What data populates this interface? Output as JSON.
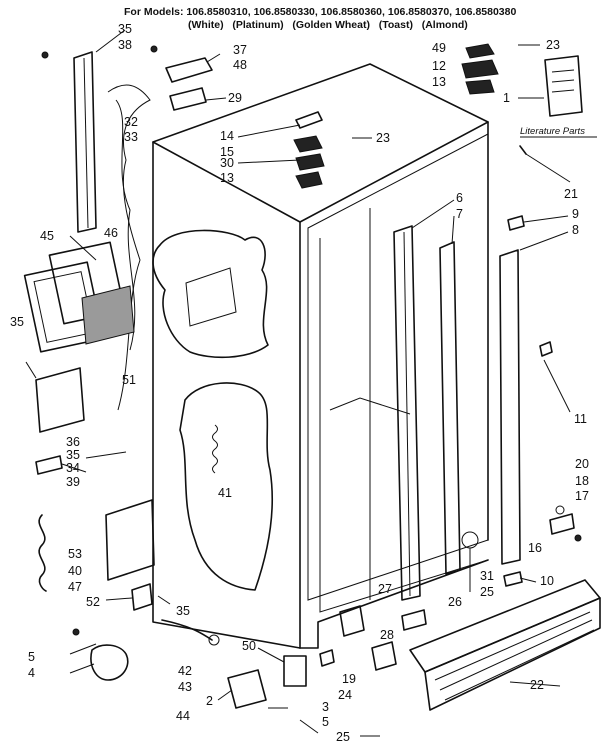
{
  "header": {
    "models_line": "For Models: 106.8580310, 106.8580330, 106.8580360, 106.8580370, 106.8580380",
    "colors_line": "(White)   (Platinum)   (Golden Wheat)   (Toast)   (Almond)"
  },
  "literature_label": "Literature Parts",
  "callouts": [
    {
      "id": "35a",
      "text": "35"
    },
    {
      "id": "38",
      "text": "38"
    },
    {
      "id": "37",
      "text": "37"
    },
    {
      "id": "48",
      "text": "48"
    },
    {
      "id": "29",
      "text": "29"
    },
    {
      "id": "32",
      "text": "32"
    },
    {
      "id": "33",
      "text": "33"
    },
    {
      "id": "14",
      "text": "14"
    },
    {
      "id": "15",
      "text": "15"
    },
    {
      "id": "30",
      "text": "30"
    },
    {
      "id": "13a",
      "text": "13"
    },
    {
      "id": "23a",
      "text": "23"
    },
    {
      "id": "49",
      "text": "49"
    },
    {
      "id": "12",
      "text": "12"
    },
    {
      "id": "13b",
      "text": "13"
    },
    {
      "id": "23b",
      "text": "23"
    },
    {
      "id": "1",
      "text": "1"
    },
    {
      "id": "21",
      "text": "21"
    },
    {
      "id": "9",
      "text": "9"
    },
    {
      "id": "8",
      "text": "8"
    },
    {
      "id": "6",
      "text": "6"
    },
    {
      "id": "7",
      "text": "7"
    },
    {
      "id": "45",
      "text": "45"
    },
    {
      "id": "46",
      "text": "46"
    },
    {
      "id": "35b",
      "text": "35"
    },
    {
      "id": "51",
      "text": "51"
    },
    {
      "id": "36",
      "text": "36"
    },
    {
      "id": "35c",
      "text": "35"
    },
    {
      "id": "34",
      "text": "34"
    },
    {
      "id": "39",
      "text": "39"
    },
    {
      "id": "41",
      "text": "41"
    },
    {
      "id": "11",
      "text": "11"
    },
    {
      "id": "20",
      "text": "20"
    },
    {
      "id": "18",
      "text": "18"
    },
    {
      "id": "17",
      "text": "17"
    },
    {
      "id": "16",
      "text": "16"
    },
    {
      "id": "31",
      "text": "31"
    },
    {
      "id": "25a",
      "text": "25"
    },
    {
      "id": "10",
      "text": "10"
    },
    {
      "id": "53",
      "text": "53"
    },
    {
      "id": "40",
      "text": "40"
    },
    {
      "id": "47",
      "text": "47"
    },
    {
      "id": "52",
      "text": "52"
    },
    {
      "id": "35d",
      "text": "35"
    },
    {
      "id": "27",
      "text": "27"
    },
    {
      "id": "26",
      "text": "26"
    },
    {
      "id": "28",
      "text": "28"
    },
    {
      "id": "50",
      "text": "50"
    },
    {
      "id": "19",
      "text": "19"
    },
    {
      "id": "24",
      "text": "24"
    },
    {
      "id": "22",
      "text": "22"
    },
    {
      "id": "42",
      "text": "42"
    },
    {
      "id": "43",
      "text": "43"
    },
    {
      "id": "44",
      "text": "44"
    },
    {
      "id": "2",
      "text": "2"
    },
    {
      "id": "3",
      "text": "3"
    },
    {
      "id": "5a",
      "text": "5"
    },
    {
      "id": "4",
      "text": "4"
    },
    {
      "id": "5b",
      "text": "5"
    },
    {
      "id": "25b",
      "text": "25"
    }
  ]
}
